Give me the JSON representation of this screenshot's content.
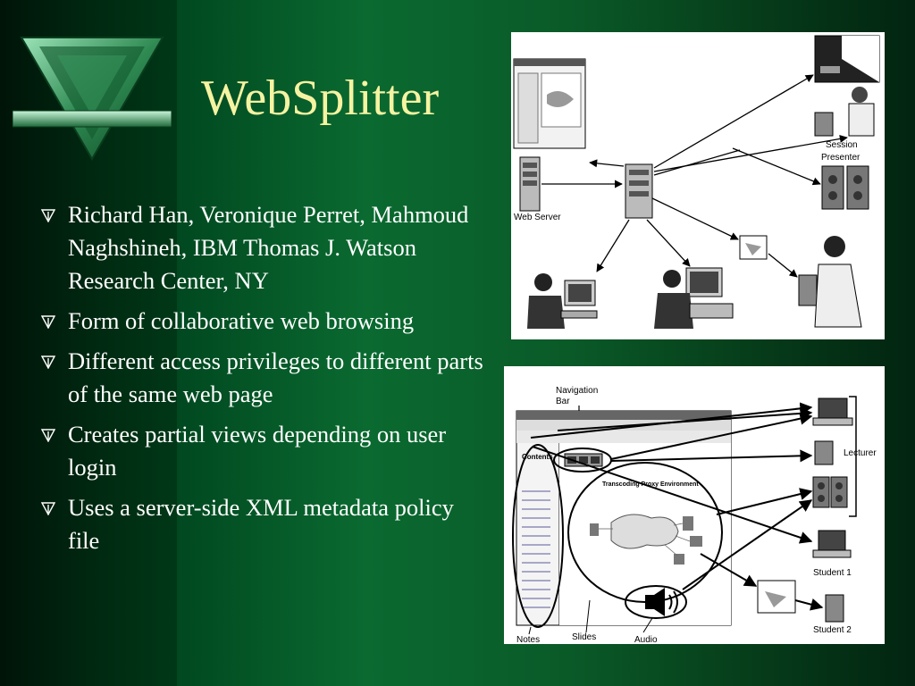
{
  "slide": {
    "title": "WebSplitter",
    "bullets": [
      {
        "text": "Richard Han, Veronique Perret, Mahmoud Naghshineh, IBM Thomas J. Watson Research Center, NY"
      },
      {
        "text": "Form of collaborative web browsing"
      },
      {
        "text": "Different access privileges to different parts of the same web page"
      },
      {
        "text": "Creates partial views depending on user login"
      },
      {
        "text": "Uses a server-side XML metadata policy file"
      }
    ],
    "bullet_icon": "check-arrow-icon",
    "colors": {
      "title": "#f6f3a2",
      "text": "#ffffff",
      "background_dark": "#002a12",
      "background_light": "#0a6a30"
    }
  },
  "top_figure": {
    "labels": {
      "web_server": "Web Server",
      "session": "Session",
      "presenter": "Presenter"
    }
  },
  "bottom_figure": {
    "labels": {
      "navigation": "Navigation",
      "bar": "Bar",
      "contents": "Contents",
      "transcoding_proxy": "Transcoding Proxy Environment",
      "lecturer": "Lecturer",
      "student1": "Student 1",
      "student2": "Student 2",
      "notes": "Notes",
      "slides": "Slides",
      "audio": "Audio"
    }
  }
}
